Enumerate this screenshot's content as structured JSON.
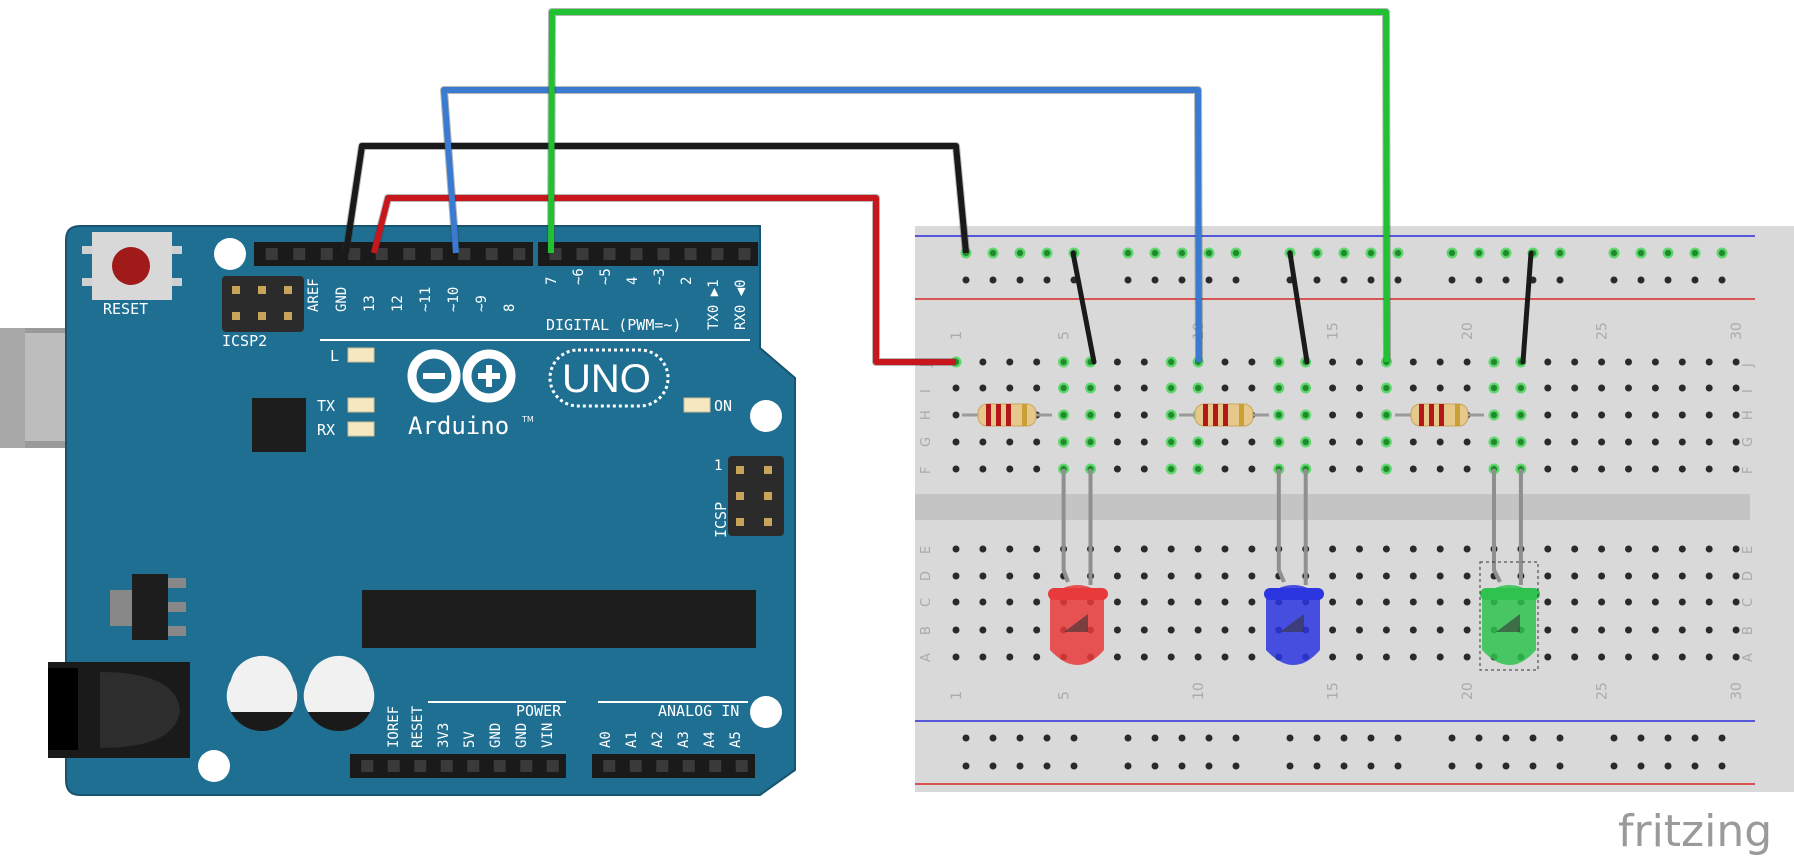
{
  "arduino": {
    "reset_label": "RESET",
    "icsp2_label": "ICSP2",
    "icsp_label": "ICSP",
    "icsp_pin1": "1",
    "model_label": "UNO",
    "brand_label": "Arduino",
    "tm": "TM",
    "led_l": "L",
    "led_tx": "TX",
    "led_rx": "RX",
    "led_on": "ON",
    "digital_label": "DIGITAL (PWM=~)",
    "power_label": "POWER",
    "analog_label": "ANALOG IN",
    "top_left_pins": [
      "AREF",
      "GND",
      "13",
      "12",
      "~11",
      "~10",
      "~9",
      "8"
    ],
    "top_right_pins": [
      "7",
      "~6",
      "~5",
      "4",
      "~3",
      "2",
      "TX0 ▶1",
      "RX0 ◀0"
    ],
    "power_pins": [
      "IOREF",
      "RESET",
      "3V3",
      "5V",
      "GND",
      "GND",
      "VIN"
    ],
    "analog_pins": [
      "A0",
      "A1",
      "A2",
      "A3",
      "A4",
      "A5"
    ]
  },
  "breadboard": {
    "col_numbers": [
      "1",
      "5",
      "10",
      "15",
      "20",
      "25",
      "30"
    ],
    "row_letters_top": [
      "J",
      "I",
      "H",
      "G",
      "F"
    ],
    "row_letters_bottom": [
      "E",
      "D",
      "C",
      "B",
      "A"
    ]
  },
  "components": {
    "leds": [
      {
        "color": "#e83a3a",
        "name": "red"
      },
      {
        "color": "#2b35e0",
        "name": "blue"
      },
      {
        "color": "#2fc24f",
        "name": "green"
      }
    ],
    "resistor_count": 3
  },
  "wires": [
    {
      "name": "gnd",
      "color": "#1a1a1a"
    },
    {
      "name": "pin13",
      "color": "#c8161d"
    },
    {
      "name": "pin10",
      "color": "#3b7ad1"
    },
    {
      "name": "pin7",
      "color": "#22c132"
    }
  ],
  "colors": {
    "board": "#1f6f93",
    "breadboard": "#d9d9d9",
    "rail_blue": "#2b2bd8",
    "rail_red": "#d82b2b"
  },
  "watermark": "fritzing"
}
